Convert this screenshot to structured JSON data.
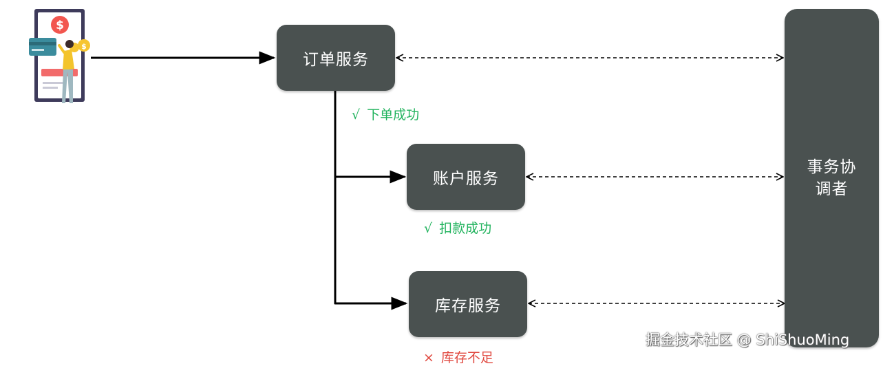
{
  "services": {
    "order": "订单服务",
    "account": "账户服务",
    "stock": "库存服务"
  },
  "coordinator": "事务协调者",
  "status": {
    "order": {
      "mark": "√",
      "text": "下单成功"
    },
    "account": {
      "mark": "√",
      "text": "扣款成功"
    },
    "stock": {
      "mark": "×",
      "text": "库存不足"
    }
  },
  "user_icon": {
    "icons": [
      "phone-icon",
      "dollar-coin-icon",
      "credit-card-icon",
      "person-icon"
    ]
  },
  "watermark": "掘金技术社区 @ ShiShuoMing",
  "colors": {
    "box": "#4a5150",
    "success": "#22b35e",
    "failure": "#e0483f",
    "arrow": "#000000"
  }
}
